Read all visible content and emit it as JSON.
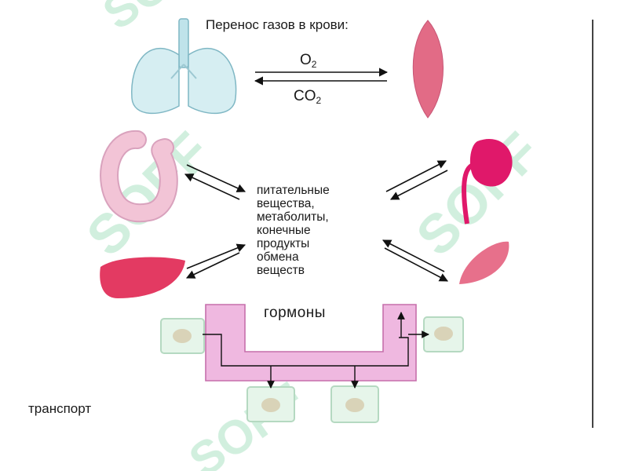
{
  "title": "Перенос газов в крови:",
  "gases": {
    "o2": {
      "base": "O",
      "sub": "2"
    },
    "co2": {
      "base": "CO",
      "sub": "2"
    }
  },
  "nutrients_text": "питательные\nвещества,\nметаболиты,\nконечные\nпродукты\nобмена\nвеществ",
  "hormones_label": "гормоны",
  "transport_label": "транспорт",
  "colors": {
    "lung": "#d6eef2",
    "lung_outline": "#7fb7c4",
    "muscle": "#e26b86",
    "intestine": "#f2c4d6",
    "kidney": "#e0186a",
    "liver": "#e33a62",
    "vessel": "#efb8e0",
    "vessel_outline": "#c66fab",
    "cell": "#e6f5ea",
    "cell_nucleus": "#d9d3b8",
    "watermark": "#2fb56a"
  },
  "watermark_text": "SOFF"
}
